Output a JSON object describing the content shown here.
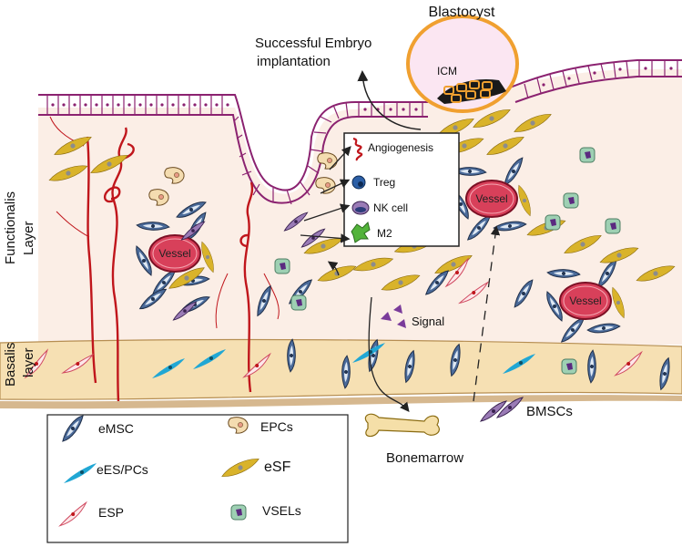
{
  "labels": {
    "blastocyst": "Blastocyst",
    "icm": "ICM",
    "implantation_line1": "Successful Embryo",
    "implantation_line2": "implantation",
    "functionalis_line1": "Functionalis",
    "functionalis_line2": "Layer",
    "basalis_line1": "Basalis",
    "basalis_line2": "layer",
    "vessel": "Vessel",
    "signal": "Signal",
    "bmscs": "BMSCs",
    "bonemarrow": "Bonemarrow"
  },
  "immune_box": {
    "items": [
      "Angiogenesis",
      "Treg",
      "NK cell",
      "M2"
    ]
  },
  "legend": {
    "items": [
      "eMSC",
      "EPCs",
      "eES/PCs",
      "eSF",
      "ESP",
      "VSELs"
    ]
  },
  "colors": {
    "tissue": "#fbeee6",
    "basalis": "#f6e0b3",
    "epithelium": "#8b2270",
    "vessel_fill": "#d8405a",
    "blood_vessel_line": "#c0161c",
    "stromal_fibroblast": "#d9b32a",
    "msc_fill": "#4b6b9a",
    "es_pc": "#21a7d4",
    "esp_outline": "#d04a60",
    "vsel_fill": "#9ed0b3",
    "blastocyst_ring": "#f0a030"
  }
}
